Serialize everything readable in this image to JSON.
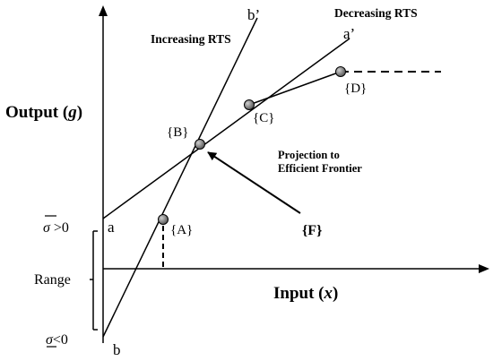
{
  "labels": {
    "output_axis_prefix": "Output (",
    "output_axis_var": "g",
    "output_axis_suffix": ")",
    "input_axis_prefix": "Input (",
    "input_axis_var": "x",
    "input_axis_suffix": ")",
    "increasing_rts": "Increasing RTS",
    "decreasing_rts": "Decreasing RTS",
    "line_a_start": "a",
    "line_a_end": "a’",
    "line_b_start": "b",
    "line_b_end": "b’",
    "sigma_bar_symbol": "σ",
    "sigma_bar_condition": " >0",
    "sigma_under_symbol": "σ",
    "sigma_under_condition": "<0",
    "range": "Range",
    "projection_line1": "Projection to",
    "projection_line2": "Efficient Frontier",
    "point_f": "{F}"
  },
  "points": {
    "A": "{A}",
    "B": "{B}",
    "C": "{C}",
    "D": "{D}"
  },
  "colors": {
    "ink": "#000000",
    "point_fill": "#8a8a8a",
    "background": "#ffffff"
  }
}
